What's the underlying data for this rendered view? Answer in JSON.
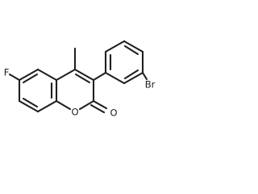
{
  "molecule": {
    "atoms": {
      "fluorine": "F",
      "bromine": "Br",
      "ring_oxygen": "O",
      "carbonyl_oxygen": "O"
    }
  }
}
